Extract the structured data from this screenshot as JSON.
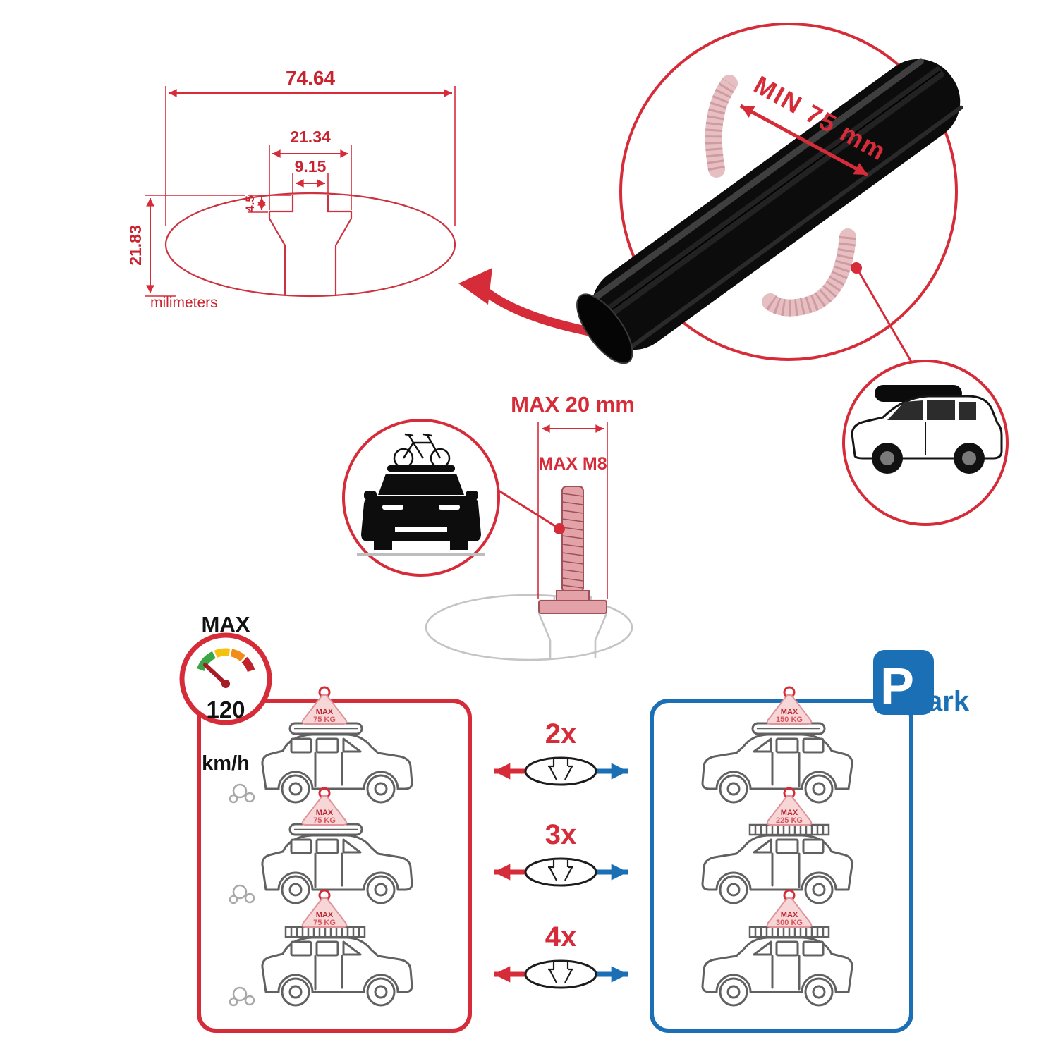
{
  "colors": {
    "red": "#d62c39",
    "blue": "#1a6fb5",
    "black": "#121212",
    "pink": "#e8aeb3",
    "gray": "#9b9b9b"
  },
  "profile_drawing": {
    "total_width": "74.64",
    "channel_width": "21.34",
    "slot_width": "9.15",
    "slot_depth": "4.5",
    "total_height": "21.83",
    "units": "milimeters"
  },
  "bar_detail": {
    "min_span": "MIN 75 mm"
  },
  "bolt_detail": {
    "max_width": "MAX 20 mm",
    "max_thread": "MAX M8"
  },
  "speed": {
    "label": "MAX",
    "value": "120",
    "unit": "km/h"
  },
  "park_sign": {
    "p": "P",
    "suffix": "ark"
  },
  "comparison": {
    "rows": [
      {
        "multiplier": "2x",
        "left": {
          "label": "MAX",
          "weight": "75 KG"
        },
        "right": {
          "label": "MAX",
          "weight": "150 KG"
        }
      },
      {
        "multiplier": "3x",
        "left": {
          "label": "MAX",
          "weight": "75 KG"
        },
        "right": {
          "label": "MAX",
          "weight": "225 KG"
        }
      },
      {
        "multiplier": "4x",
        "left": {
          "label": "MAX",
          "weight": "75 KG"
        },
        "right": {
          "label": "MAX",
          "weight": "300 KG"
        }
      }
    ]
  }
}
